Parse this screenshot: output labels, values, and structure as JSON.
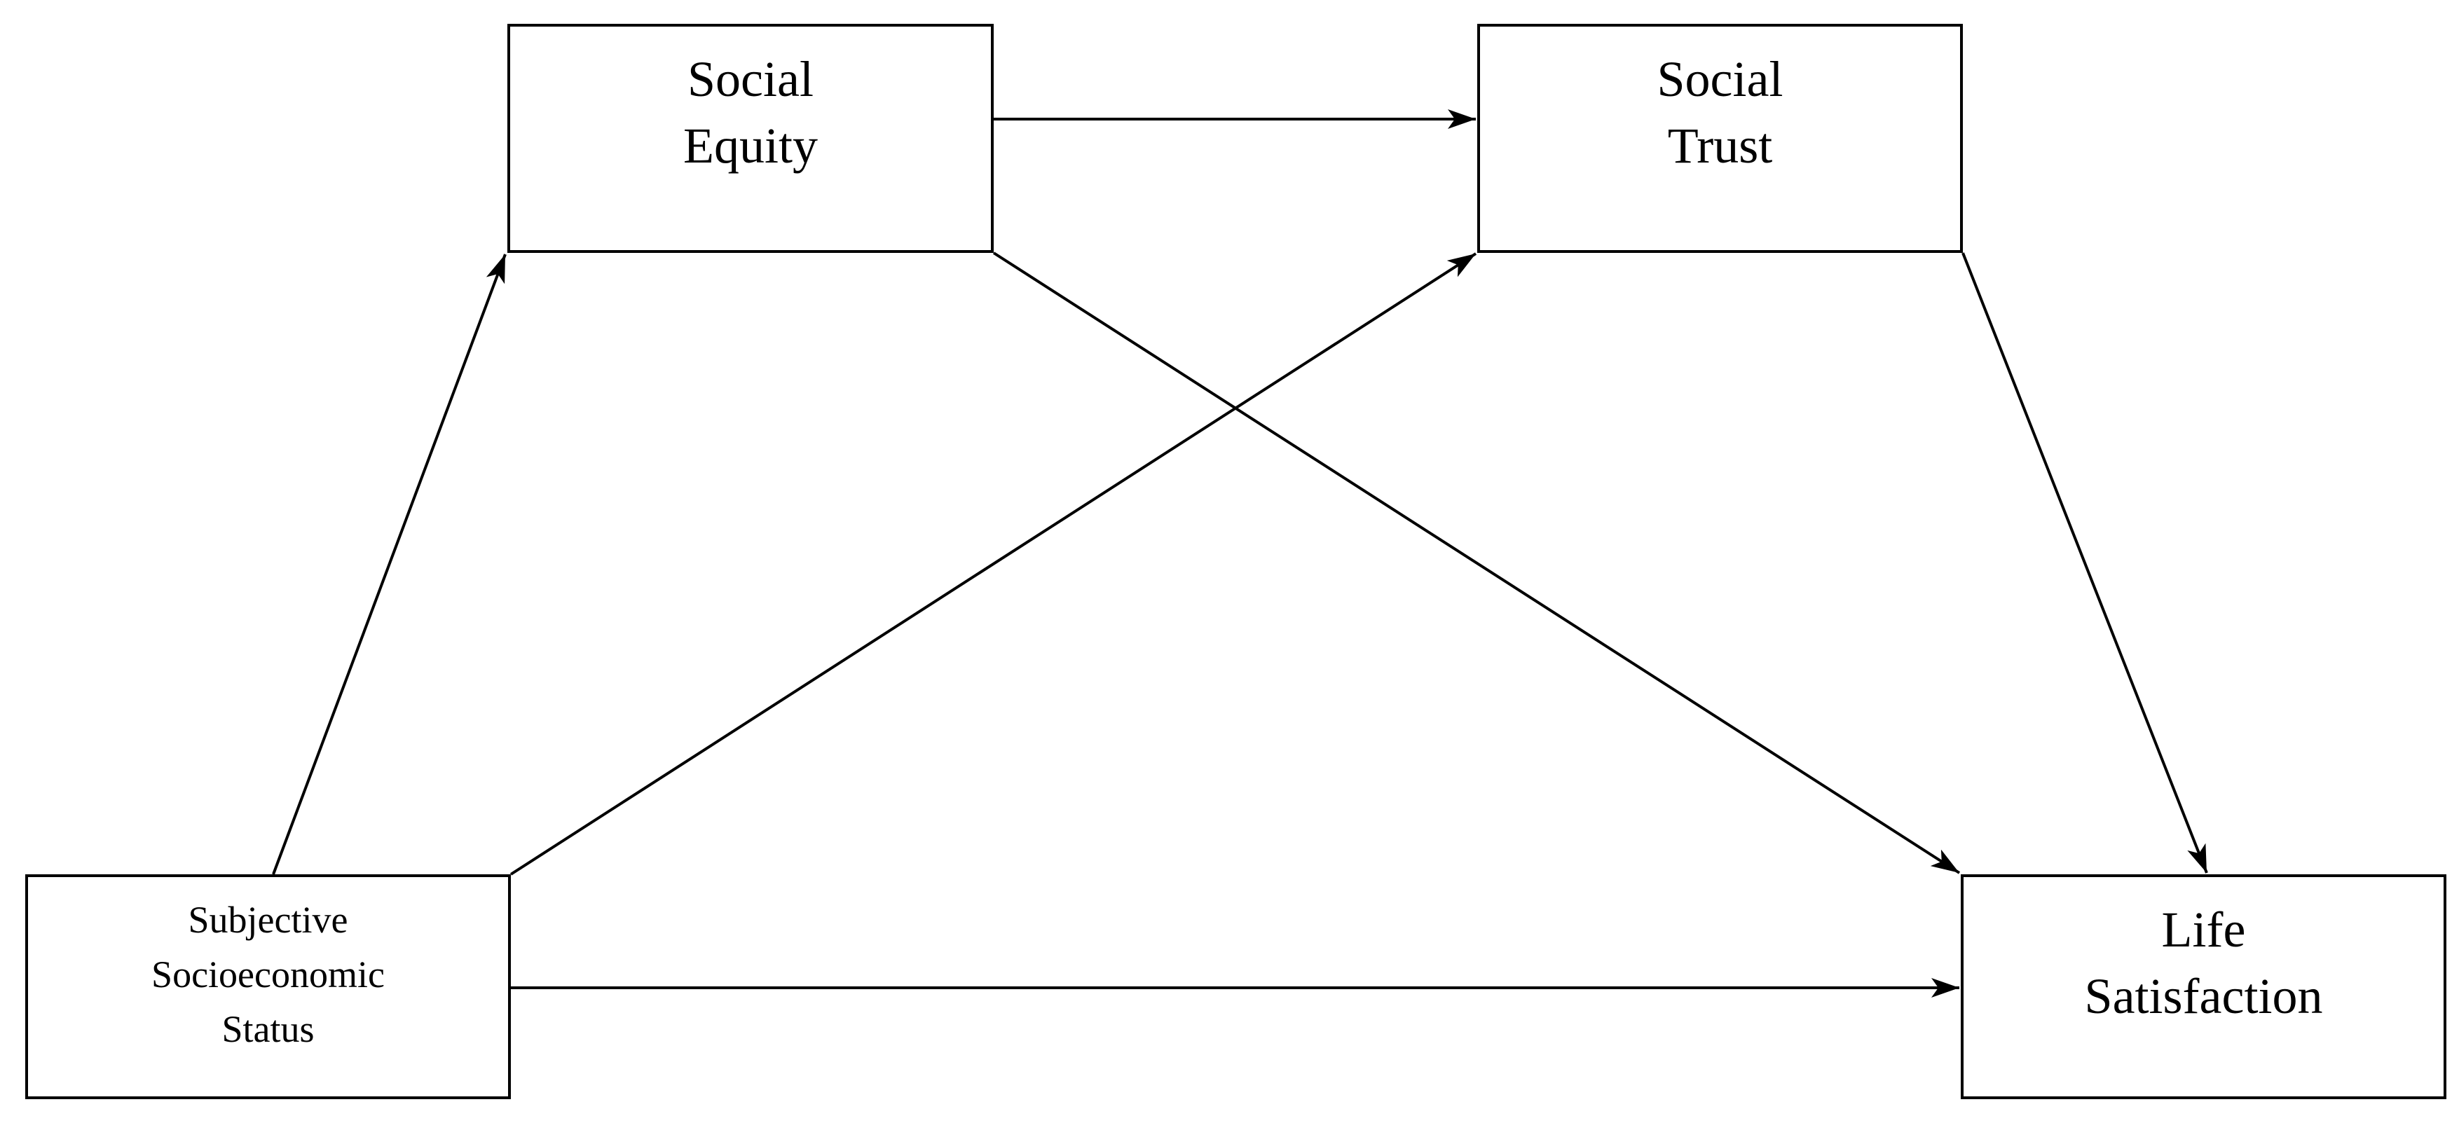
{
  "diagram": {
    "type": "path-model",
    "colors": {
      "background": "#ffffff",
      "line": "#000000",
      "text": "#000000",
      "node_fill": "#ffffff",
      "node_border": "#000000"
    },
    "nodes": [
      {
        "id": "social-equity",
        "lines": [
          "Social",
          "Equity"
        ]
      },
      {
        "id": "social-trust",
        "lines": [
          "Social",
          "Trust"
        ]
      },
      {
        "id": "subjective-ses",
        "lines": [
          "Subjective",
          "Socioeconomic",
          "Status"
        ]
      },
      {
        "id": "life-satisfaction",
        "lines": [
          "Life",
          "Satisfaction"
        ]
      }
    ],
    "edges": [
      {
        "from": "subjective-ses",
        "to": "social-equity"
      },
      {
        "from": "subjective-ses",
        "to": "social-trust"
      },
      {
        "from": "social-equity",
        "to": "social-trust"
      },
      {
        "from": "social-equity",
        "to": "life-satisfaction"
      },
      {
        "from": "social-trust",
        "to": "life-satisfaction"
      },
      {
        "from": "subjective-ses",
        "to": "life-satisfaction"
      }
    ]
  }
}
